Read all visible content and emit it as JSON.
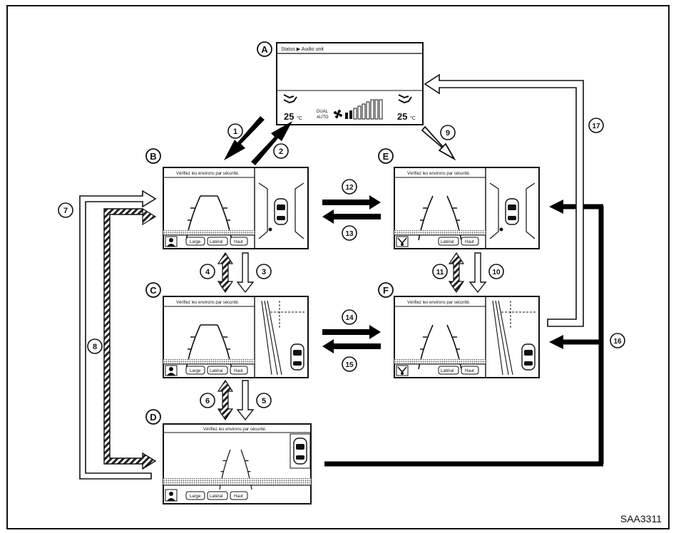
{
  "figure_code": "SAA3311",
  "states": [
    {
      "letter": "A",
      "kind": "climate"
    },
    {
      "letter": "B",
      "kind": "front-view"
    },
    {
      "letter": "C",
      "kind": "front-side-view"
    },
    {
      "letter": "D",
      "kind": "wide-view"
    },
    {
      "letter": "E",
      "kind": "front-view"
    },
    {
      "letter": "F",
      "kind": "front-side-view"
    }
  ],
  "screen_a": {
    "status_text": "Status ▶ Audio unit",
    "temp_left": "25",
    "temp_right": "25",
    "temp_unit": "°C",
    "mode_line1": "DUAL",
    "mode_line2": "AUTO"
  },
  "camera_screen": {
    "caption": "Vérifiez les environs par sécurité.",
    "btn_large": "Large",
    "btn_lateral": "Latéral",
    "btn_haut": "Haut"
  },
  "transitions": [
    "1",
    "2",
    "3",
    "4",
    "5",
    "6",
    "7",
    "8",
    "9",
    "10",
    "11",
    "12",
    "13",
    "14",
    "15",
    "16",
    "17"
  ]
}
